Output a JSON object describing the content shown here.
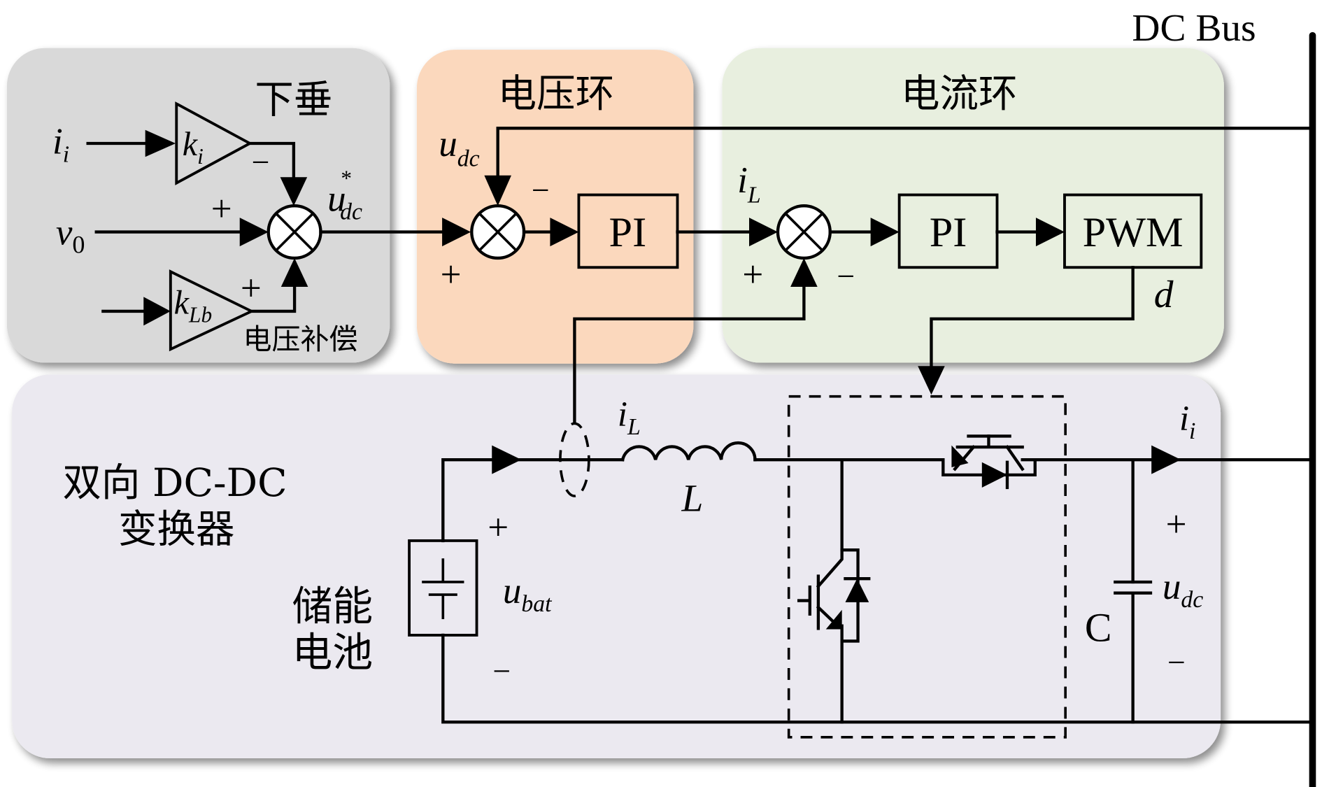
{
  "bus": {
    "label": "DC Bus"
  },
  "panels": {
    "droop": {
      "title": "下垂",
      "compensation_label": "电压补偿",
      "color": "#d9d9d9",
      "inputs": {
        "ii": "i",
        "ii_sub": "i",
        "v0": "v",
        "v0_sub": "0"
      },
      "gains": {
        "ki": "k",
        "ki_sub": "i",
        "kLb": "k",
        "kLb_sub": "Lb"
      },
      "signs": {
        "ki_sign": "−",
        "v0_sign": "+",
        "kLb_sign": "+"
      },
      "output": {
        "sym": "u",
        "sup": "*",
        "sub": "dc"
      }
    },
    "voltage_loop": {
      "title": "电压环",
      "color": "#fbd8bd",
      "feedback": {
        "sym": "u",
        "sub": "dc"
      },
      "signs": {
        "plus": "+",
        "minus": "−"
      },
      "controller": "PI"
    },
    "current_loop": {
      "title": "电流环",
      "color": "#e8efdf",
      "feedback": {
        "sym": "i",
        "sub": "L"
      },
      "signs": {
        "plus": "+",
        "minus": "−"
      },
      "controller": "PI",
      "modulator": "PWM",
      "duty_label": "d"
    },
    "converter": {
      "title_line1": "双向 DC-DC",
      "title_line2": "变换器",
      "color": "#ebe9f0",
      "battery_label_line1": "储能",
      "battery_label_line2": "电池",
      "battery_voltage": {
        "sym": "u",
        "sub": "bat",
        "plus": "+",
        "minus": "−"
      },
      "inductor_current": {
        "sym": "i",
        "sub": "L"
      },
      "inductor_label": "L",
      "capacitor_label": "C",
      "output_voltage": {
        "sym": "u",
        "sub": "dc",
        "plus": "+",
        "minus": "−"
      },
      "output_current": {
        "sym": "i",
        "sub": "i"
      }
    }
  }
}
